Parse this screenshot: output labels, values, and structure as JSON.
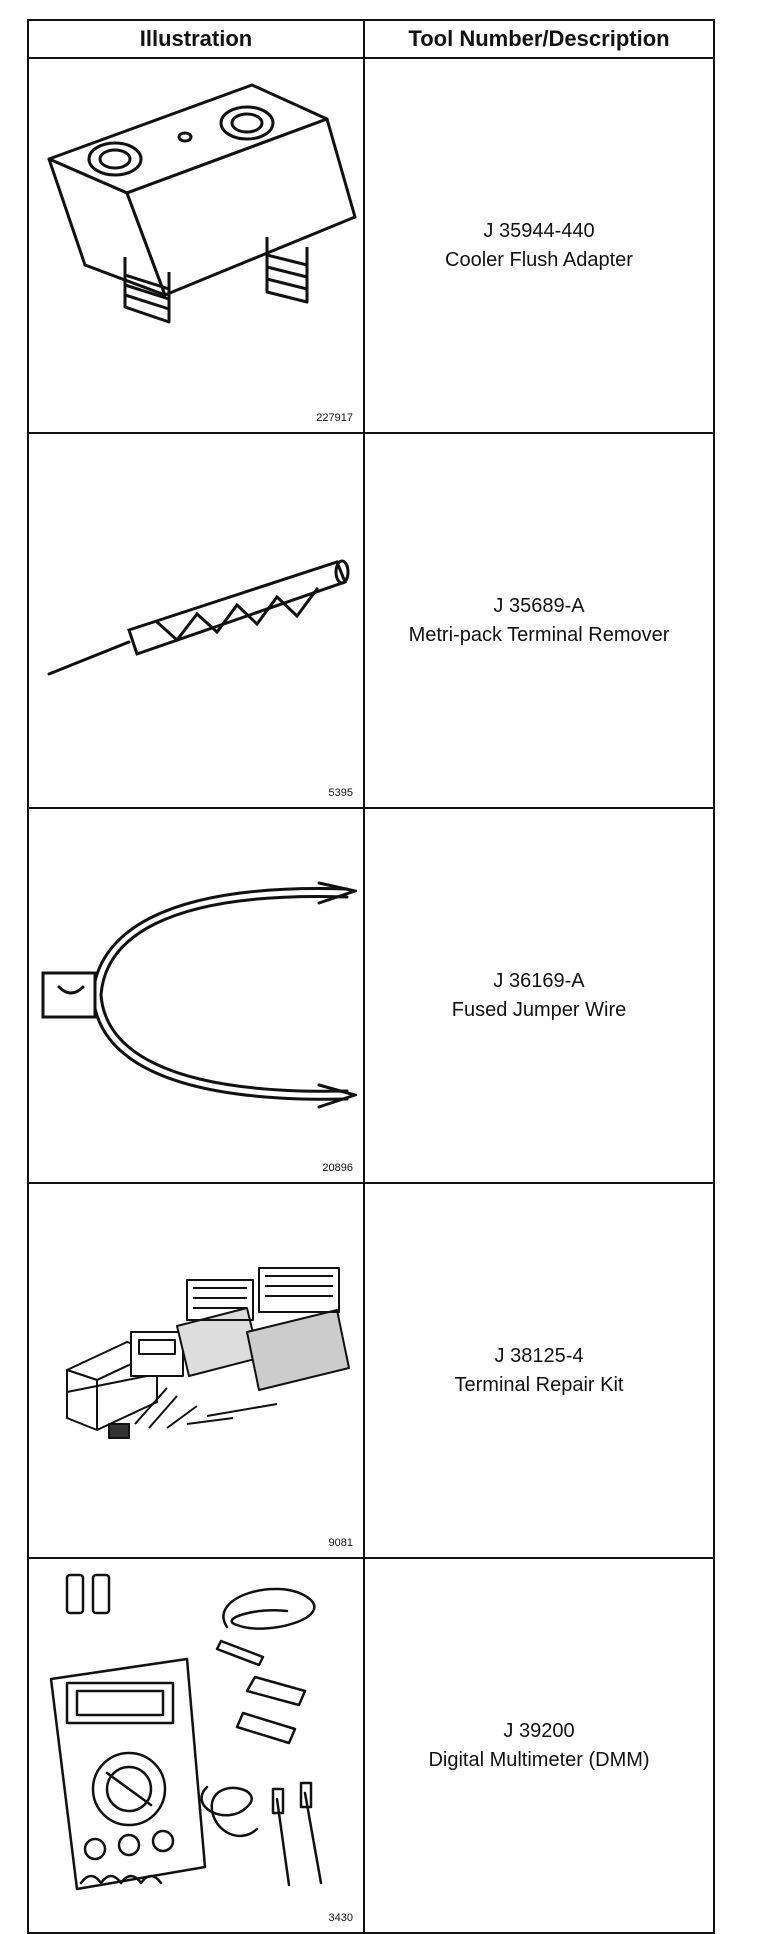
{
  "table": {
    "headers": {
      "illustration": "Illustration",
      "description": "Tool Number/Description"
    },
    "rows": [
      {
        "number": "J 35944-440",
        "description": "Cooler Flush Adapter",
        "figure_id": "227917",
        "icon": "cooler-flush-adapter-icon"
      },
      {
        "number": "J 35689-A",
        "description": "Metri-pack Terminal Remover",
        "figure_id": "5395",
        "icon": "terminal-remover-icon"
      },
      {
        "number": "J 36169-A",
        "description": "Fused Jumper Wire",
        "figure_id": "20896",
        "icon": "jumper-wire-icon"
      },
      {
        "number": "J 38125-4",
        "description": "Terminal Repair Kit",
        "figure_id": "9081",
        "icon": "repair-kit-icon"
      },
      {
        "number": "J 39200",
        "description": "Digital Multimeter (DMM)",
        "figure_id": "3430",
        "icon": "multimeter-icon"
      }
    ]
  }
}
